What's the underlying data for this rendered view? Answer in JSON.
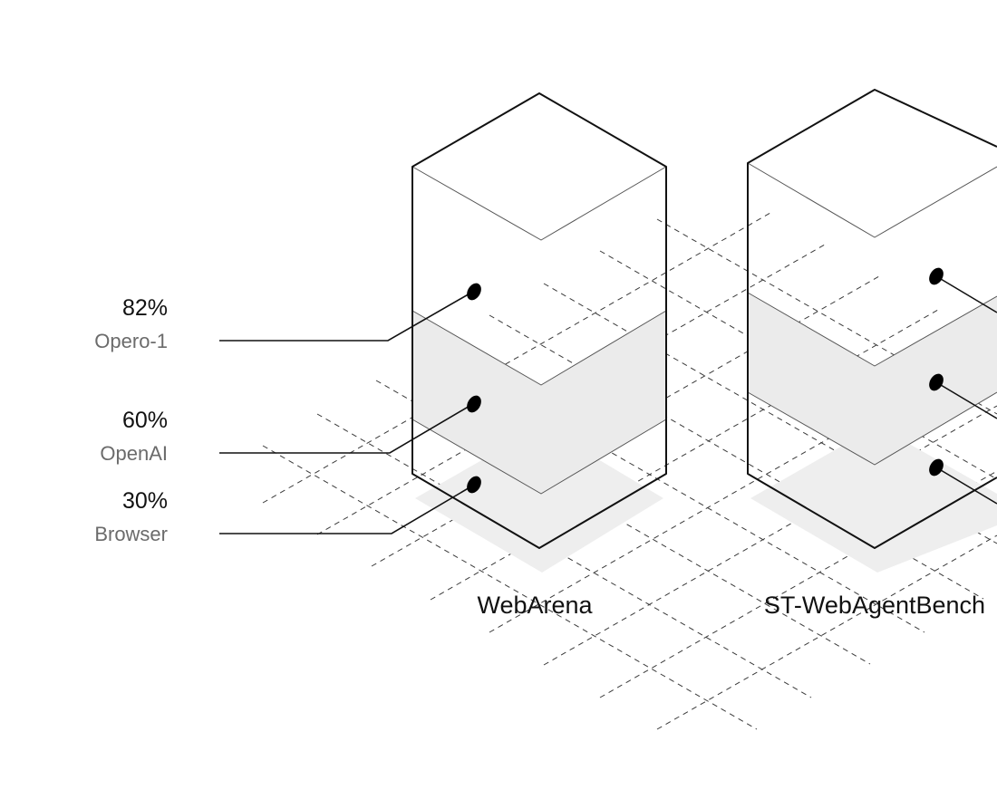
{
  "scores": [
    {
      "value": "82%",
      "name": "Opero-1"
    },
    {
      "value": "60%",
      "name": "OpenAI"
    },
    {
      "value": "30%",
      "name": "Browser"
    }
  ],
  "benchmarks": [
    {
      "label": "WebArena"
    },
    {
      "label": "ST-WebAgentBench"
    }
  ],
  "colors": {
    "ink": "#111111",
    "muted_text": "#6b6b6b",
    "band_fill": "#ebebeb",
    "shadow_fill": "#eeeeee"
  }
}
